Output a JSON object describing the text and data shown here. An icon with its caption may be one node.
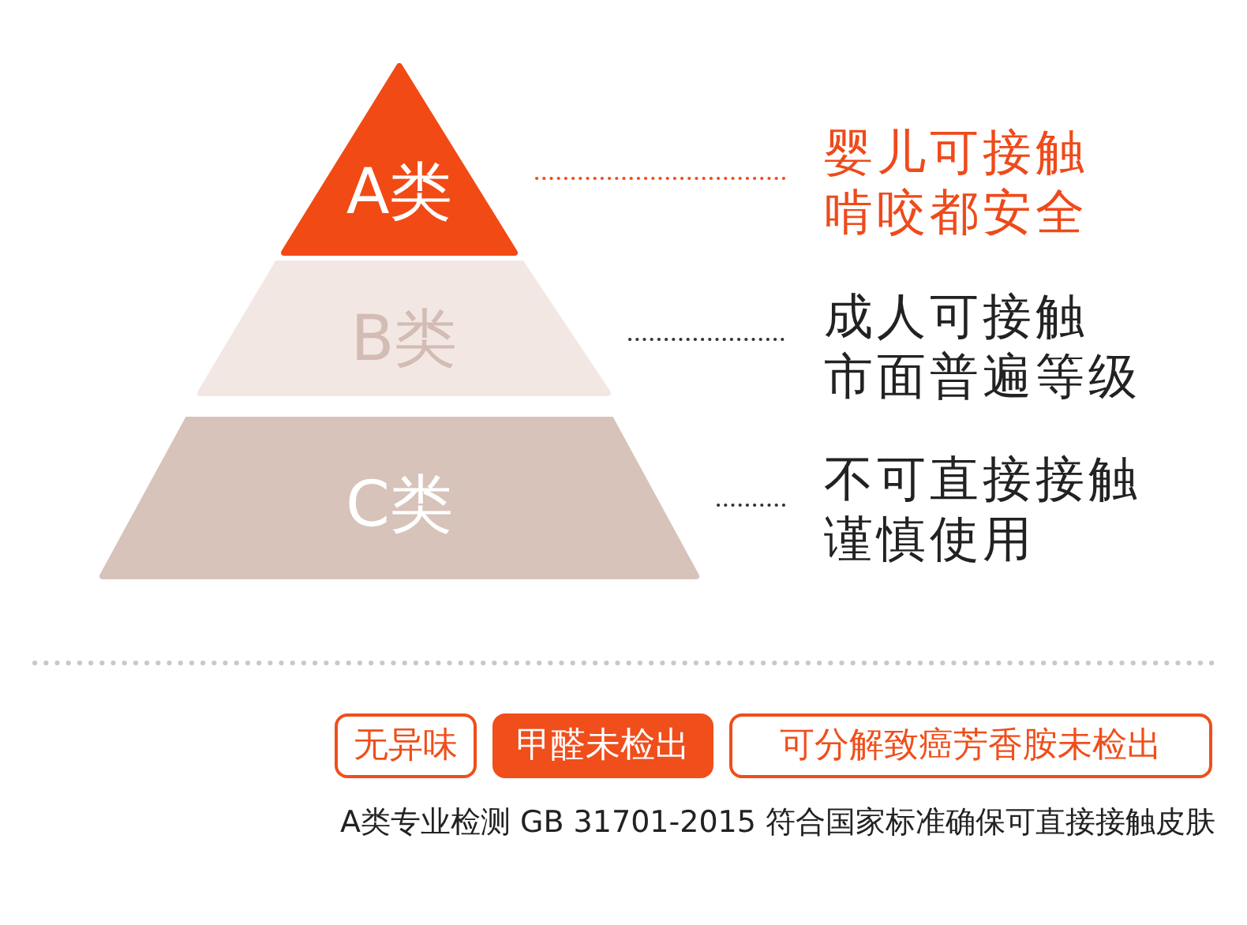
{
  "diagram": {
    "nodes": [
      {
        "text": [
          "A类"
        ]
      },
      {
        "text": [
          "婴儿可接触啃咬都安全"
        ]
      },
      {
        "text": [
          "B类"
        ]
      },
      {
        "text": [
          "成人可接触市面普遍等级"
        ]
      },
      {
        "text": [
          "C类"
        ]
      },
      {
        "text": [
          "不可直接接触谨慎使用"
        ]
      },
      {
        "text": [
          "无异味"
        ]
      },
      {
        "text": [
          "甲醛未检出"
        ]
      },
      {
        "text": [
          "可分解致癌芳香胺未检出"
        ]
      }
    ],
    "edges": [
      {
        "from": 0,
        "to": 1,
        "arrow": "none",
        "color": "#f04e1b"
      },
      {
        "from": 2,
        "to": 3,
        "arrow": "none"
      },
      {
        "from": 4,
        "to": 5,
        "arrow": "none"
      }
    ],
    "labels": [
      "A类专业检测 GB 31701-2015 符合国家标准确保可直接接触皮肤"
    ]
  }
}
